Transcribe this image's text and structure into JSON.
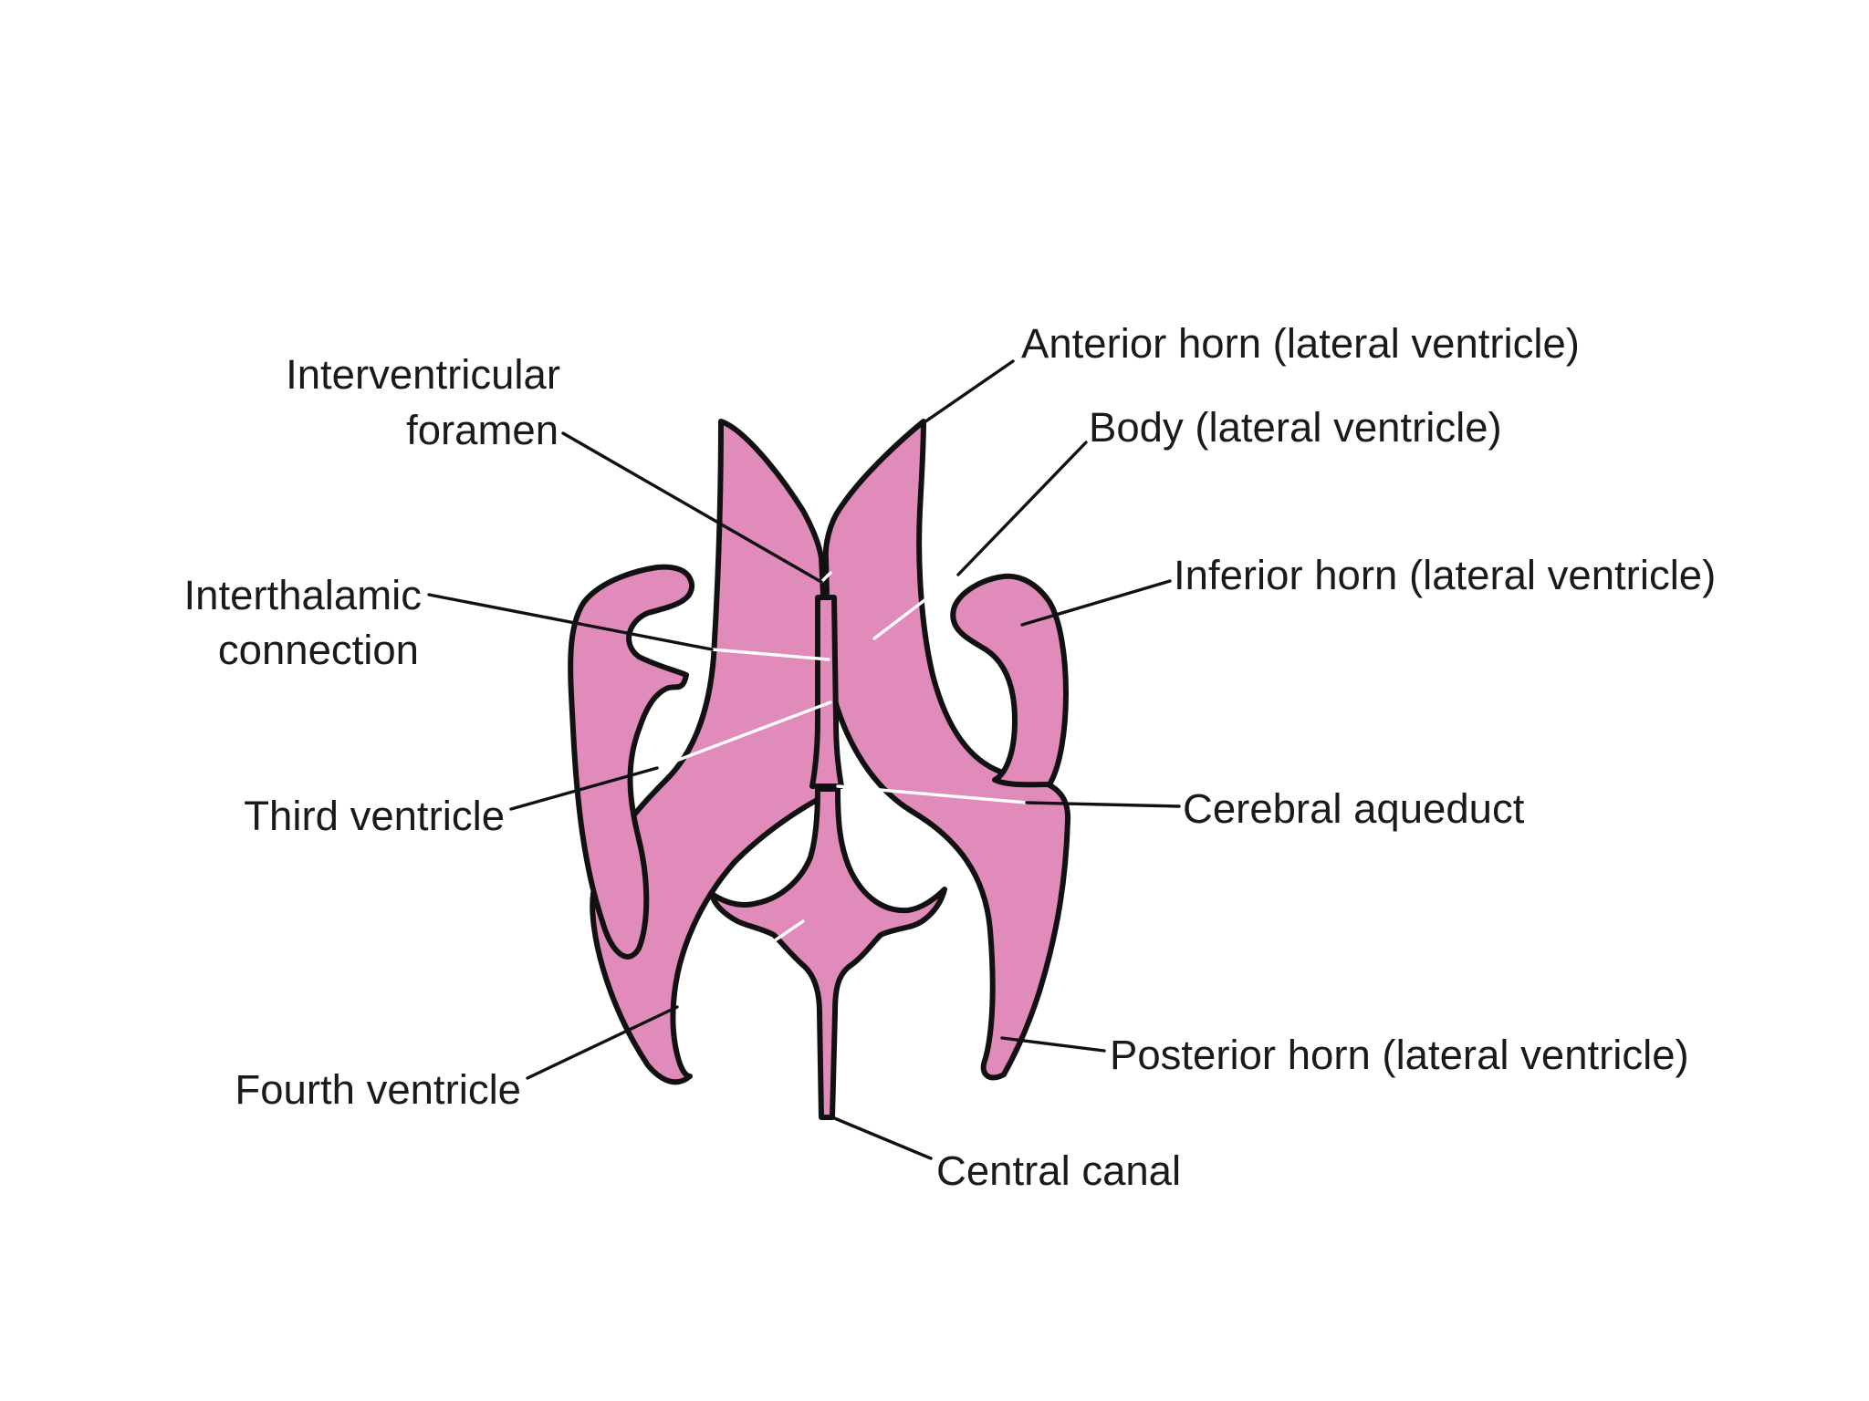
{
  "colors": {
    "ventricle_fill": "#e18bba",
    "outline": "#111111",
    "background": "#ffffff",
    "text": "#1a1a1a"
  },
  "labels": {
    "interventricular_foramen": [
      "Interventricular",
      "foramen"
    ],
    "interthalamic_connection": [
      "Interthalamic",
      "connection"
    ],
    "third_ventricle": "Third ventricle",
    "fourth_ventricle": "Fourth ventricle",
    "anterior_horn": "Anterior horn (lateral ventricle)",
    "body": "Body (lateral ventricle)",
    "inferior_horn": "Inferior horn (lateral ventricle)",
    "cerebral_aqueduct": "Cerebral aqueduct",
    "posterior_horn": "Posterior horn (lateral ventricle)",
    "central_canal": "Central canal"
  }
}
